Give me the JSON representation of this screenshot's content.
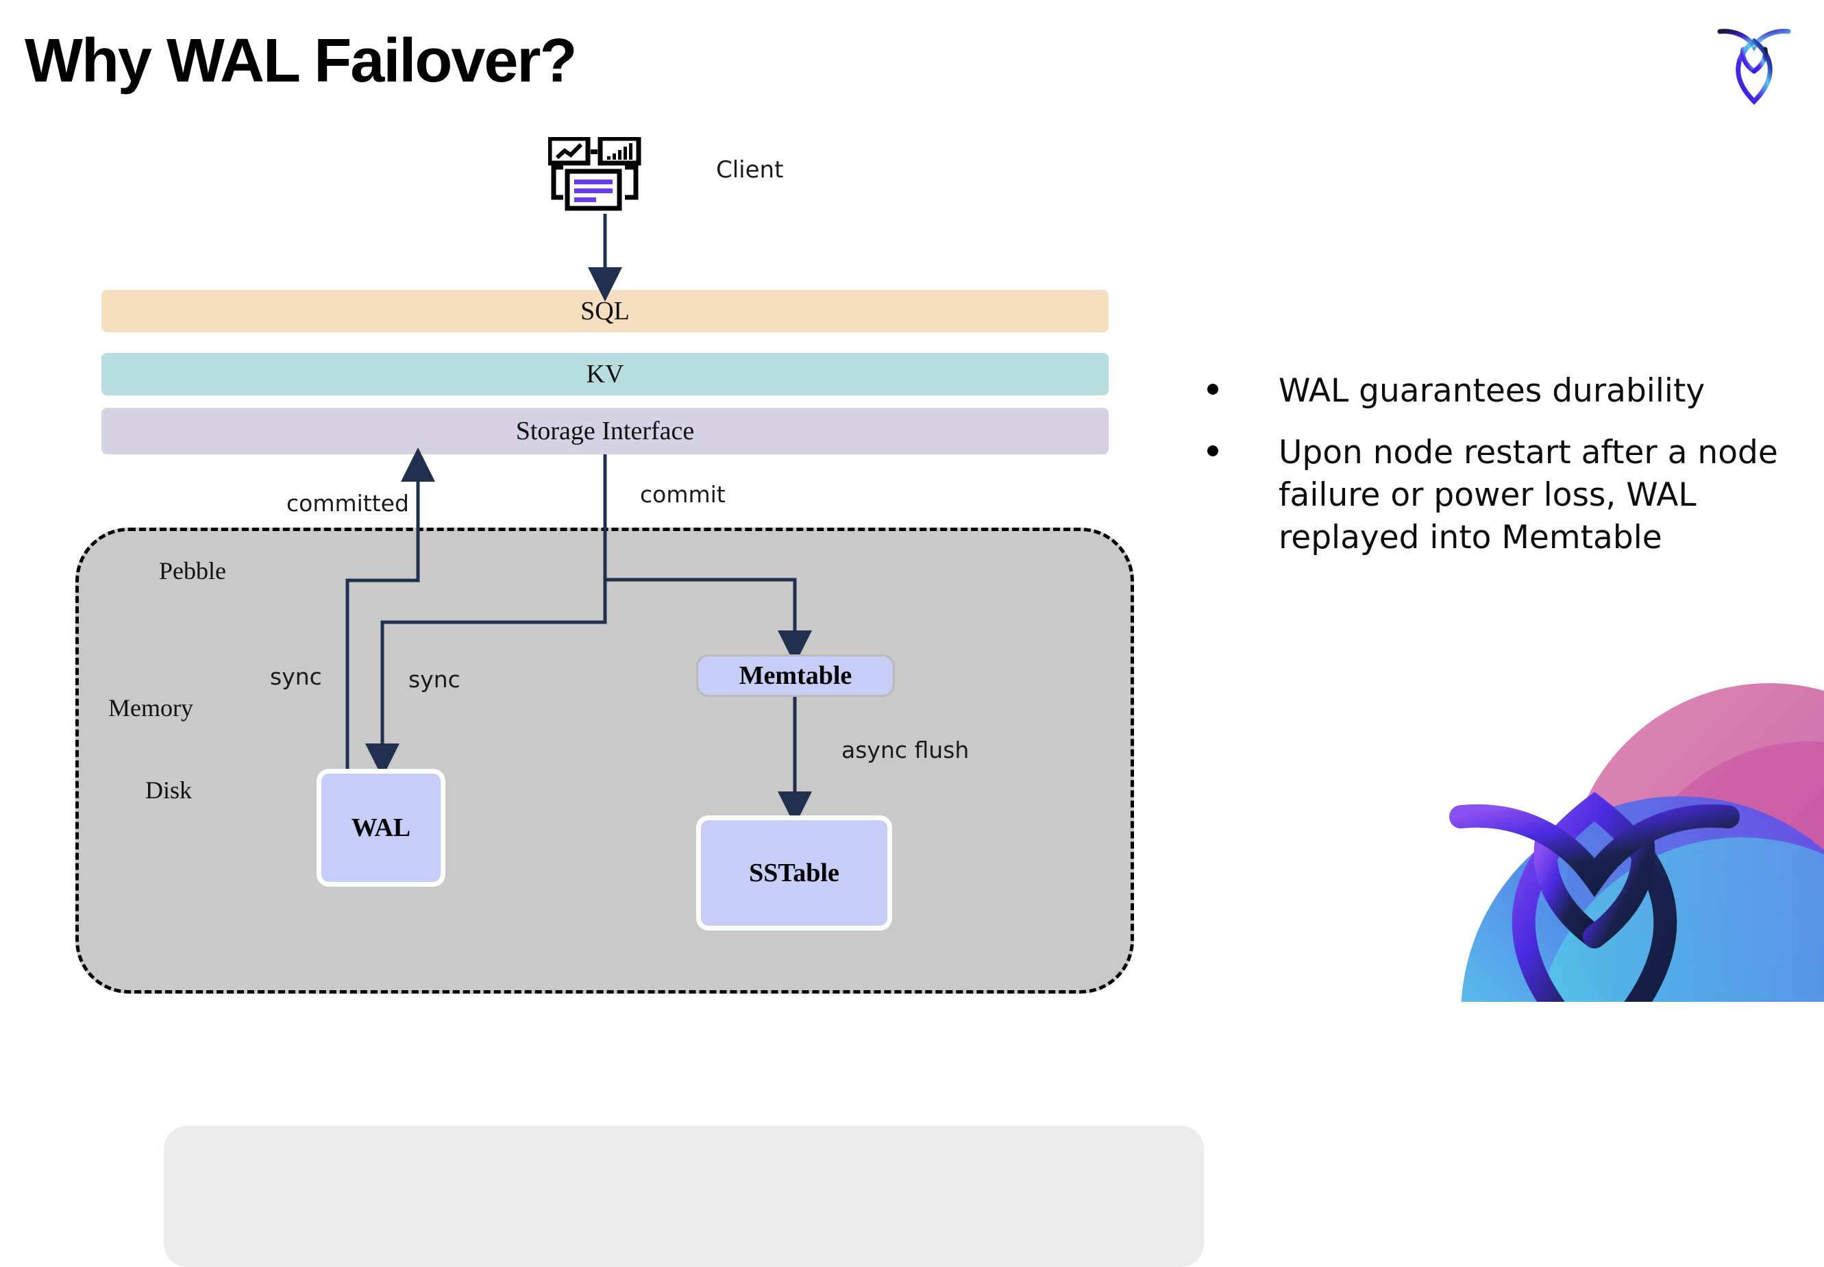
{
  "slide": {
    "title": "Why WAL Failover?"
  },
  "brand": {
    "logo_icon": "cockroach-logo-icon",
    "watermark_icon": "cockroach-logo-watermark-icon",
    "gradient_start": "#2dE8e0",
    "gradient_mid": "#5b2fe0",
    "gradient_end": "#1b2a6b",
    "pink": "#d96aa8",
    "magenta": "#c0499b",
    "cyan": "#52e6e2",
    "blue": "#4a7fe0",
    "dark_navy": "#14203f"
  },
  "diagram": {
    "client": {
      "label": "Client",
      "icon": "client-dashboard-icon",
      "chart_line_icon": "line-chart-icon",
      "chart_bar_icon": "bar-chart-icon",
      "doc_lines_icon": "document-lines-icon",
      "accent_color": "#6b3cf0"
    },
    "stack": [
      {
        "key": "sql",
        "label": "SQL",
        "color": "#f5dfc0"
      },
      {
        "key": "kv",
        "label": "KV",
        "color": "#b8dee0"
      },
      {
        "key": "storage",
        "label": "Storage Interface",
        "color": "#d6d2e4"
      }
    ],
    "container": {
      "label": "Pebble",
      "fill": "#c9c9c9",
      "border_color": "#000000",
      "memory_label": "Memory",
      "memory_fill": "#ececec",
      "disk_label": "Disk"
    },
    "nodes": [
      {
        "key": "memtable",
        "label": "Memtable",
        "fill": "#c6cef8"
      },
      {
        "key": "wal",
        "label": "WAL",
        "fill": "#c6cef8"
      },
      {
        "key": "sstable",
        "label": "SSTable",
        "fill": "#c6cef8"
      }
    ],
    "edges": [
      {
        "key": "committed",
        "label": "committed"
      },
      {
        "key": "commit",
        "label": "commit"
      },
      {
        "key": "sync_left",
        "label": "sync"
      },
      {
        "key": "sync_right",
        "label": "sync"
      },
      {
        "key": "async",
        "label": "async flush"
      }
    ],
    "arrow_color": "#22304f"
  },
  "bullets": [
    {
      "text": "WAL guarantees durability"
    },
    {
      "text": "Upon node restart after a node failure or power loss, WAL replayed into Memtable"
    }
  ]
}
